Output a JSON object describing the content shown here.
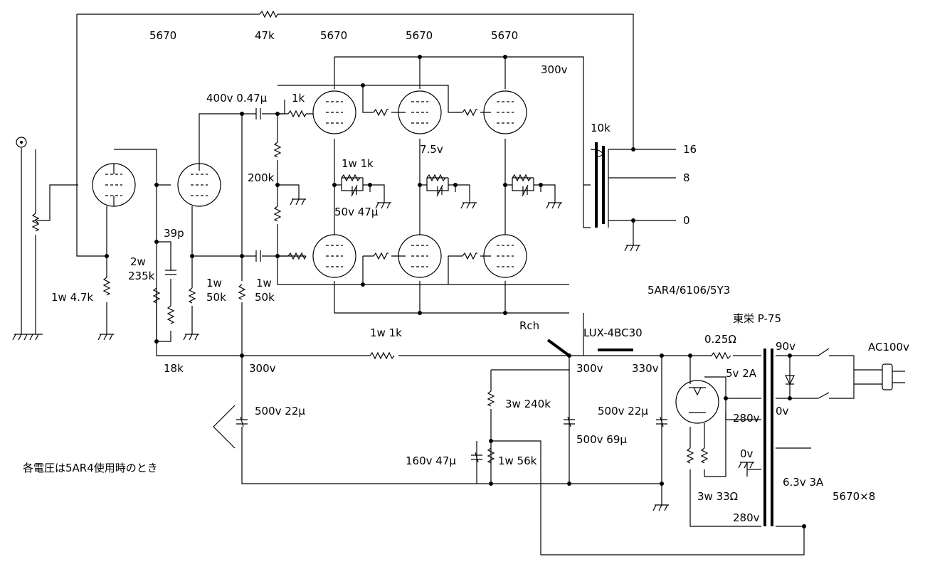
{
  "diagram": {
    "tube_labels": [
      "5670",
      "5670",
      "5670",
      "5670"
    ],
    "labels": {
      "r_feedback": "47k",
      "b_plus_top": "300v",
      "c_coupling": "400v 0.47μ",
      "r_grid_stop": "1k",
      "cathode_v": "7.5v",
      "r_bias": "200k",
      "r_cathode": "1w 1k",
      "c_cathode": "50v 47μ",
      "ot_impedance": "10k",
      "tap_16": "16",
      "tap_8": "8",
      "tap_0": "0",
      "c_39p": "39p",
      "r_235k_w": "2w",
      "r_235k": "235k",
      "r_4k7": "1w 4.7k",
      "r_50k_a_w": "1w",
      "r_50k_a": "50k",
      "r_50k_b_w": "1w",
      "r_50k_b": "50k",
      "r_18k": "18k",
      "node_300v": "300v",
      "r_supply_1k": "1w 1k",
      "rectifier": "5AR4/6106/5Y3",
      "transformer": "東栄 P-75",
      "rch": "Rch",
      "choke": "LUX-4BC30",
      "v300": "300v",
      "v330": "330v",
      "r_025": "0.25Ω",
      "v90": "90v",
      "ac": "AC100v",
      "v5_2a": "5v 2A",
      "v0_a": "0v",
      "v280_a": "280v",
      "v0_b": "0v",
      "r_240k": "3w 240k",
      "c_22u_a": "500v 22μ",
      "c_22u_b": "500v 22μ",
      "c_69u": "500v 69μ",
      "c_160v": "160v 47μ",
      "r_56k": "1w 56k",
      "r_33": "3w 33Ω",
      "heater": "6.3v 3A",
      "tube_count": "5670×8",
      "v280_b": "280v",
      "note": "各電圧は5AR4使用時のとき"
    }
  }
}
